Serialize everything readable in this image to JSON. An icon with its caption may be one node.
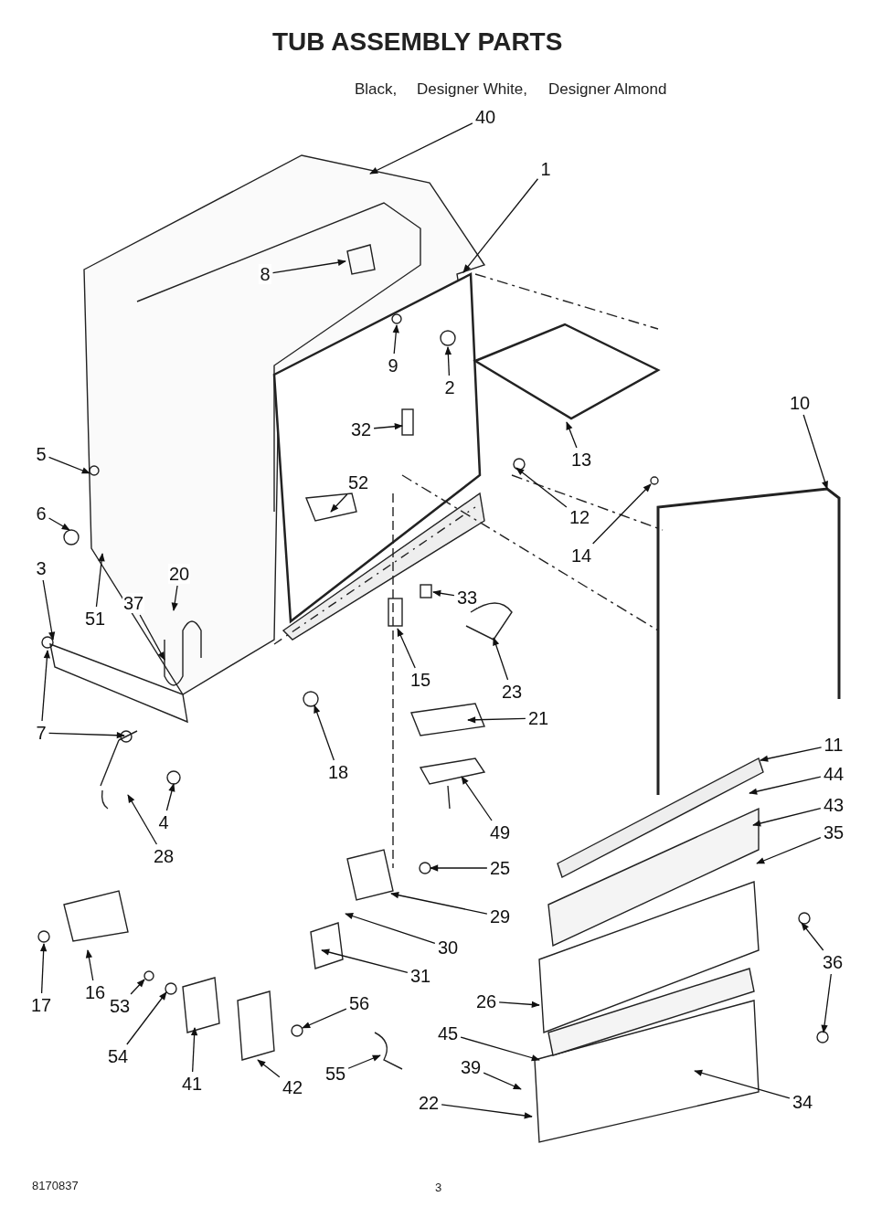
{
  "diagram": {
    "title": "TUB ASSEMBLY PARTS",
    "nodes": [
      {
        "text": [
          "40"
        ]
      },
      {
        "text": [
          "1"
        ]
      },
      {
        "text": [
          "8"
        ]
      },
      {
        "text": [
          "32"
        ]
      },
      {
        "text": [
          "9"
        ]
      },
      {
        "text": [
          "2"
        ]
      },
      {
        "text": [
          "10"
        ]
      },
      {
        "text": [
          "5"
        ]
      },
      {
        "text": [
          "13"
        ]
      },
      {
        "text": [
          "52"
        ]
      },
      {
        "text": [
          "6"
        ]
      },
      {
        "text": [
          "12"
        ]
      },
      {
        "text": [
          "14"
        ]
      },
      {
        "text": [
          "3"
        ]
      },
      {
        "text": [
          "20"
        ]
      },
      {
        "text": [
          "33"
        ]
      },
      {
        "text": [
          "37"
        ]
      },
      {
        "text": [
          "51"
        ]
      },
      {
        "text": [
          "15"
        ]
      },
      {
        "text": [
          "23"
        ]
      },
      {
        "text": [
          "21"
        ]
      },
      {
        "text": [
          "7"
        ]
      },
      {
        "text": [
          "11"
        ]
      },
      {
        "text": [
          "18"
        ]
      },
      {
        "text": [
          "44"
        ]
      },
      {
        "text": [
          "43"
        ]
      },
      {
        "text": [
          "4"
        ]
      },
      {
        "text": [
          "49"
        ]
      },
      {
        "text": [
          "35"
        ]
      },
      {
        "text": [
          "28"
        ]
      },
      {
        "text": [
          "25"
        ]
      },
      {
        "text": [
          "29"
        ]
      },
      {
        "text": [
          "30"
        ]
      },
      {
        "text": [
          "36"
        ]
      },
      {
        "text": [
          "31"
        ]
      },
      {
        "text": [
          "16"
        ]
      },
      {
        "text": [
          "26"
        ]
      },
      {
        "text": [
          "56"
        ]
      },
      {
        "text": [
          "17"
        ]
      },
      {
        "text": [
          "53"
        ]
      },
      {
        "text": [
          "45"
        ]
      },
      {
        "text": [
          "54"
        ]
      },
      {
        "text": [
          "39"
        ]
      },
      {
        "text": [
          "55"
        ]
      },
      {
        "text": [
          "41"
        ]
      },
      {
        "text": [
          "42"
        ]
      },
      {
        "text": [
          "34"
        ]
      },
      {
        "text": [
          "22"
        ]
      }
    ],
    "edges": [
      {
        "from": 0,
        "to": null,
        "arrow": "to"
      },
      {
        "from": 1,
        "to": null,
        "arrow": "to"
      },
      {
        "from": 2,
        "to": null,
        "arrow": "to"
      },
      {
        "from": 3,
        "to": null,
        "arrow": "to"
      },
      {
        "from": 4,
        "to": null,
        "arrow": "to"
      },
      {
        "from": 5,
        "to": null,
        "arrow": "to"
      },
      {
        "from": 6,
        "to": null,
        "arrow": "to"
      },
      {
        "from": 7,
        "to": null,
        "arrow": "to"
      },
      {
        "from": 8,
        "to": null,
        "arrow": "to"
      },
      {
        "from": 9,
        "to": null,
        "arrow": "to"
      },
      {
        "from": 10,
        "to": null,
        "arrow": "to"
      },
      {
        "from": 11,
        "to": null,
        "arrow": "to"
      },
      {
        "from": 12,
        "to": null,
        "arrow": "to"
      },
      {
        "from": 13,
        "to": null,
        "arrow": "to"
      },
      {
        "from": 14,
        "to": null,
        "arrow": "to"
      },
      {
        "from": 15,
        "to": null,
        "arrow": "to"
      },
      {
        "from": 16,
        "to": null,
        "arrow": "to"
      },
      {
        "from": 17,
        "to": null,
        "arrow": "to"
      },
      {
        "from": 18,
        "to": null,
        "arrow": "to"
      },
      {
        "from": 19,
        "to": null,
        "arrow": "to"
      },
      {
        "from": 20,
        "to": null,
        "arrow": "to"
      },
      {
        "from": 21,
        "to": null,
        "arrow": "to"
      },
      {
        "from": 21,
        "to": null,
        "arrow": "to"
      },
      {
        "from": 22,
        "to": null,
        "arrow": "to"
      },
      {
        "from": 23,
        "to": null,
        "arrow": "to"
      },
      {
        "from": 24,
        "to": null,
        "arrow": "to"
      },
      {
        "from": 25,
        "to": null,
        "arrow": "to"
      },
      {
        "from": 26,
        "to": null,
        "arrow": "to"
      },
      {
        "from": 27,
        "to": null,
        "arrow": "to"
      },
      {
        "from": 28,
        "to": null,
        "arrow": "to"
      },
      {
        "from": 29,
        "to": null,
        "arrow": "to"
      },
      {
        "from": 30,
        "to": null,
        "arrow": "to"
      },
      {
        "from": 31,
        "to": null,
        "arrow": "to"
      },
      {
        "from": 32,
        "to": null,
        "arrow": "to"
      },
      {
        "from": 33,
        "to": null,
        "arrow": "to"
      },
      {
        "from": 33,
        "to": null,
        "arrow": "to"
      },
      {
        "from": 34,
        "to": null,
        "arrow": "to"
      },
      {
        "from": 35,
        "to": null,
        "arrow": "to"
      },
      {
        "from": 36,
        "to": null,
        "arrow": "to"
      },
      {
        "from": 37,
        "to": null,
        "arrow": "to"
      },
      {
        "from": 38,
        "to": null,
        "arrow": "to"
      },
      {
        "from": 39,
        "to": null,
        "arrow": "to"
      },
      {
        "from": 40,
        "to": null,
        "arrow": "to"
      },
      {
        "from": 41,
        "to": null,
        "arrow": "to"
      },
      {
        "from": 42,
        "to": null,
        "arrow": "to"
      },
      {
        "from": 43,
        "to": null,
        "arrow": "to"
      },
      {
        "from": 44,
        "to": null,
        "arrow": "to"
      },
      {
        "from": 45,
        "to": null,
        "arrow": "to"
      },
      {
        "from": 46,
        "to": null,
        "arrow": "to"
      },
      {
        "from": 47,
        "to": null,
        "arrow": "to"
      }
    ],
    "labels": [
      "Black,",
      "Designer White,",
      "Designer Almond",
      "8170837",
      "3"
    ]
  }
}
